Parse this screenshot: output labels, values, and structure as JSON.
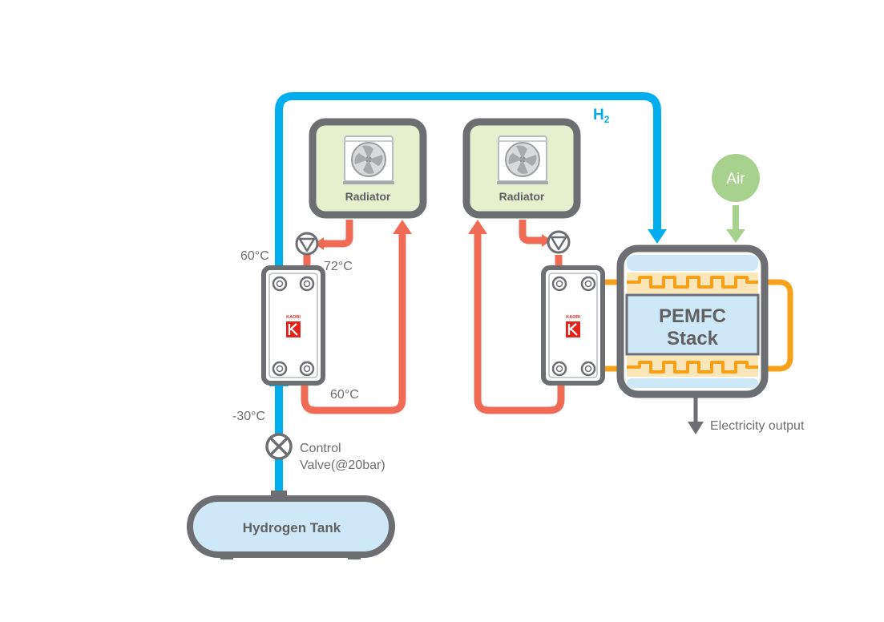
{
  "colors": {
    "h2_line": "#00aeef",
    "coolant_line": "#f06b55",
    "stack_loop": "#f7a01a",
    "frame": "#6d6e71",
    "radiator_fill": "#e6f0cf",
    "tank_fill": "#cfe8f7",
    "air": "#a9d18e",
    "brand_red": "#e2231a"
  },
  "labels": {
    "h2": "H",
    "h2_sub": "2",
    "radiator_left": "Radiator",
    "radiator_right": "Radiator",
    "air": "Air",
    "temp_60_left": "60°C",
    "temp_72": "72°C",
    "temp_60_bottom": "60°C",
    "temp_minus30": "-30°C",
    "control_valve_line1": "Control",
    "control_valve_line2": "Valve(@20bar)",
    "hydrogen_tank": "Hydrogen Tank",
    "stack_line1": "PEMFC",
    "stack_line2": "Stack",
    "electricity_output": "Electricity output",
    "brand_left": "KAORI",
    "brand_right": "KAORI"
  },
  "icons": {
    "radiator": "fan-icon",
    "pump": "pump-icon",
    "valve": "control-valve-icon",
    "logo": "kaori-logo"
  }
}
